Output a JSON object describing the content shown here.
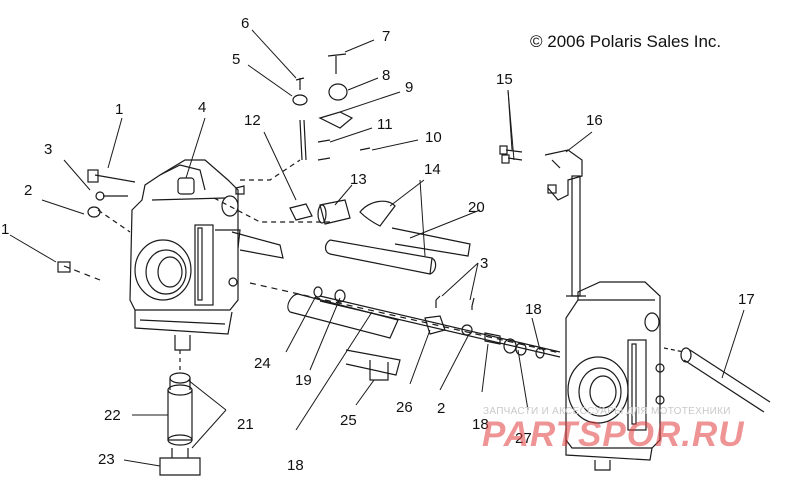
{
  "copyright": "© 2006 Polaris Sales Inc.",
  "watermark": {
    "small": "ЗАПЧАСТИ И АКСЕССУАРЫ ДЛЯ МОТОТЕХНИКИ",
    "big": "PARTSPOR.RU"
  },
  "callouts": [
    "1",
    "4",
    "3",
    "2",
    "1",
    "6",
    "5",
    "7",
    "8",
    "9",
    "12",
    "11",
    "10",
    "13",
    "14",
    "20",
    "3",
    "15",
    "16",
    "17",
    "18",
    "24",
    "19",
    "25",
    "26",
    "2",
    "18",
    "27",
    "18",
    "22",
    "21",
    "23"
  ],
  "colors": {
    "line": "#1a1a1a",
    "watermark": "#e23c3c"
  }
}
